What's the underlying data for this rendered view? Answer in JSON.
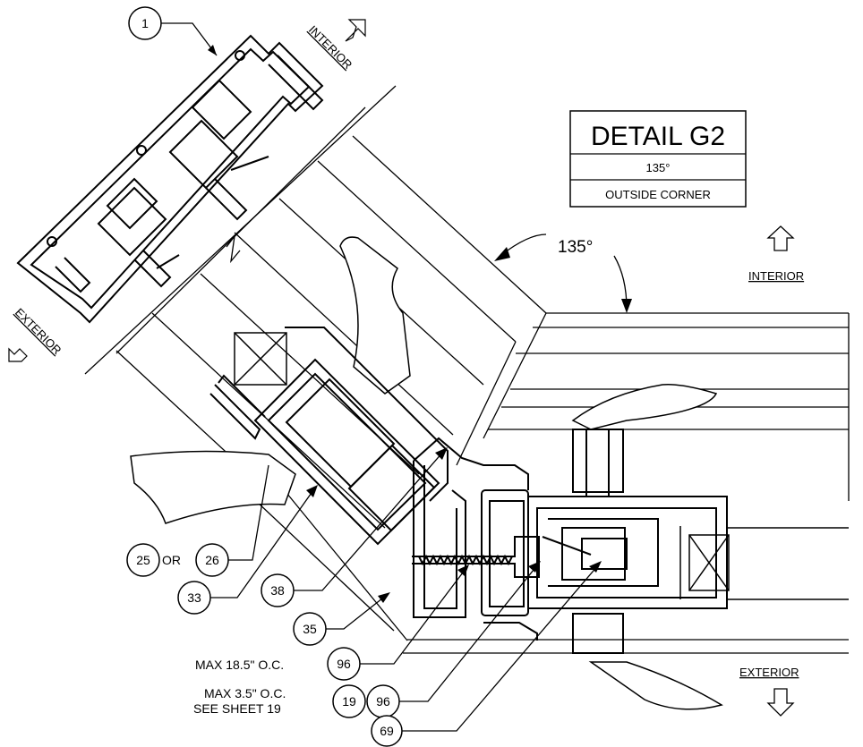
{
  "detail": {
    "title": "DETAIL G2",
    "angle": "135°",
    "subtitle": "OUTSIDE CORNER"
  },
  "angle_label": "135°",
  "directions": {
    "interior_rotated": "INTERIOR",
    "exterior_rotated": "EXTERIOR",
    "interior_right": "INTERIOR",
    "exterior_right": "EXTERIOR"
  },
  "callouts": {
    "c1": "1",
    "c25": "25",
    "or": "OR",
    "c26": "26",
    "c33": "33",
    "c38": "38",
    "c35": "35",
    "c96a": "96",
    "c19": "19",
    "c96b": "96",
    "c69": "69"
  },
  "notes": {
    "max_18": "MAX 18.5\" O.C.",
    "max_3": "MAX 3.5\" O.C.",
    "see_sheet": "SEE SHEET 19"
  }
}
